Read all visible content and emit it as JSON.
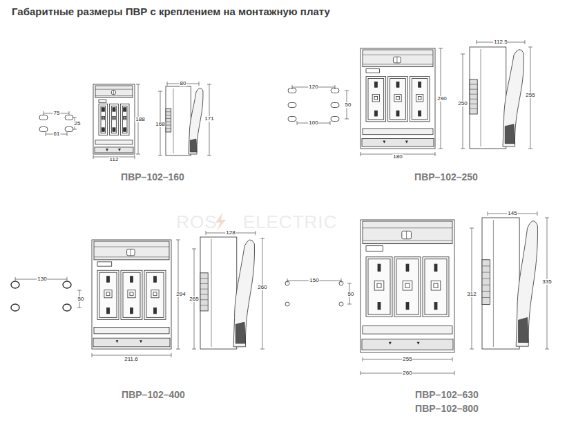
{
  "diagram": {
    "title": "Габаритные размеры ПВР с креплением на монтажную плату",
    "labels": [
      "75",
      "25",
      "61",
      "80",
      "168",
      "171",
      "188",
      "112",
      "ПВР–102–160",
      "120",
      "50",
      "100",
      "112.5",
      "250",
      "255",
      "290",
      "180",
      "ПВР–102–250",
      "130",
      "50",
      "128",
      "265",
      "260",
      "294",
      "211.6",
      "ПВР–102–400",
      "150",
      "50",
      "145",
      "312",
      "335",
      "255",
      "260",
      "ПВР–102–630",
      "ПВР–102–800",
      "ROS",
      "ELECTRIC"
    ]
  }
}
